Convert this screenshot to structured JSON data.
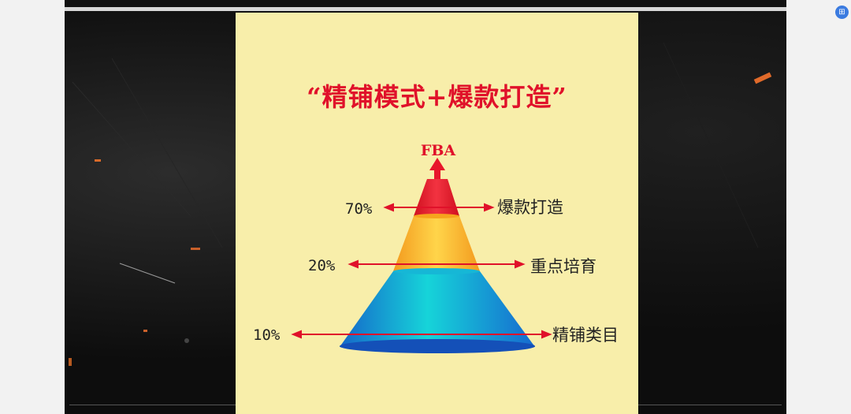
{
  "diagram": {
    "title": "“精铺模式+爆款打造”",
    "top_label": "FBA",
    "tiers": [
      {
        "percent": "70%",
        "label": "爆款打造",
        "color": "#e8162b"
      },
      {
        "percent": "20%",
        "label": "重点培育",
        "color": "#f6a41d"
      },
      {
        "percent": "10%",
        "label": "精铺类目",
        "color": "#16b7d6"
      }
    ]
  },
  "colors": {
    "card_background": "#f8eeaa",
    "title": "#e0112a",
    "arrow": "#e0112a",
    "page_background": "#0d0d0d"
  },
  "icons": {
    "side": "translate-icon"
  }
}
